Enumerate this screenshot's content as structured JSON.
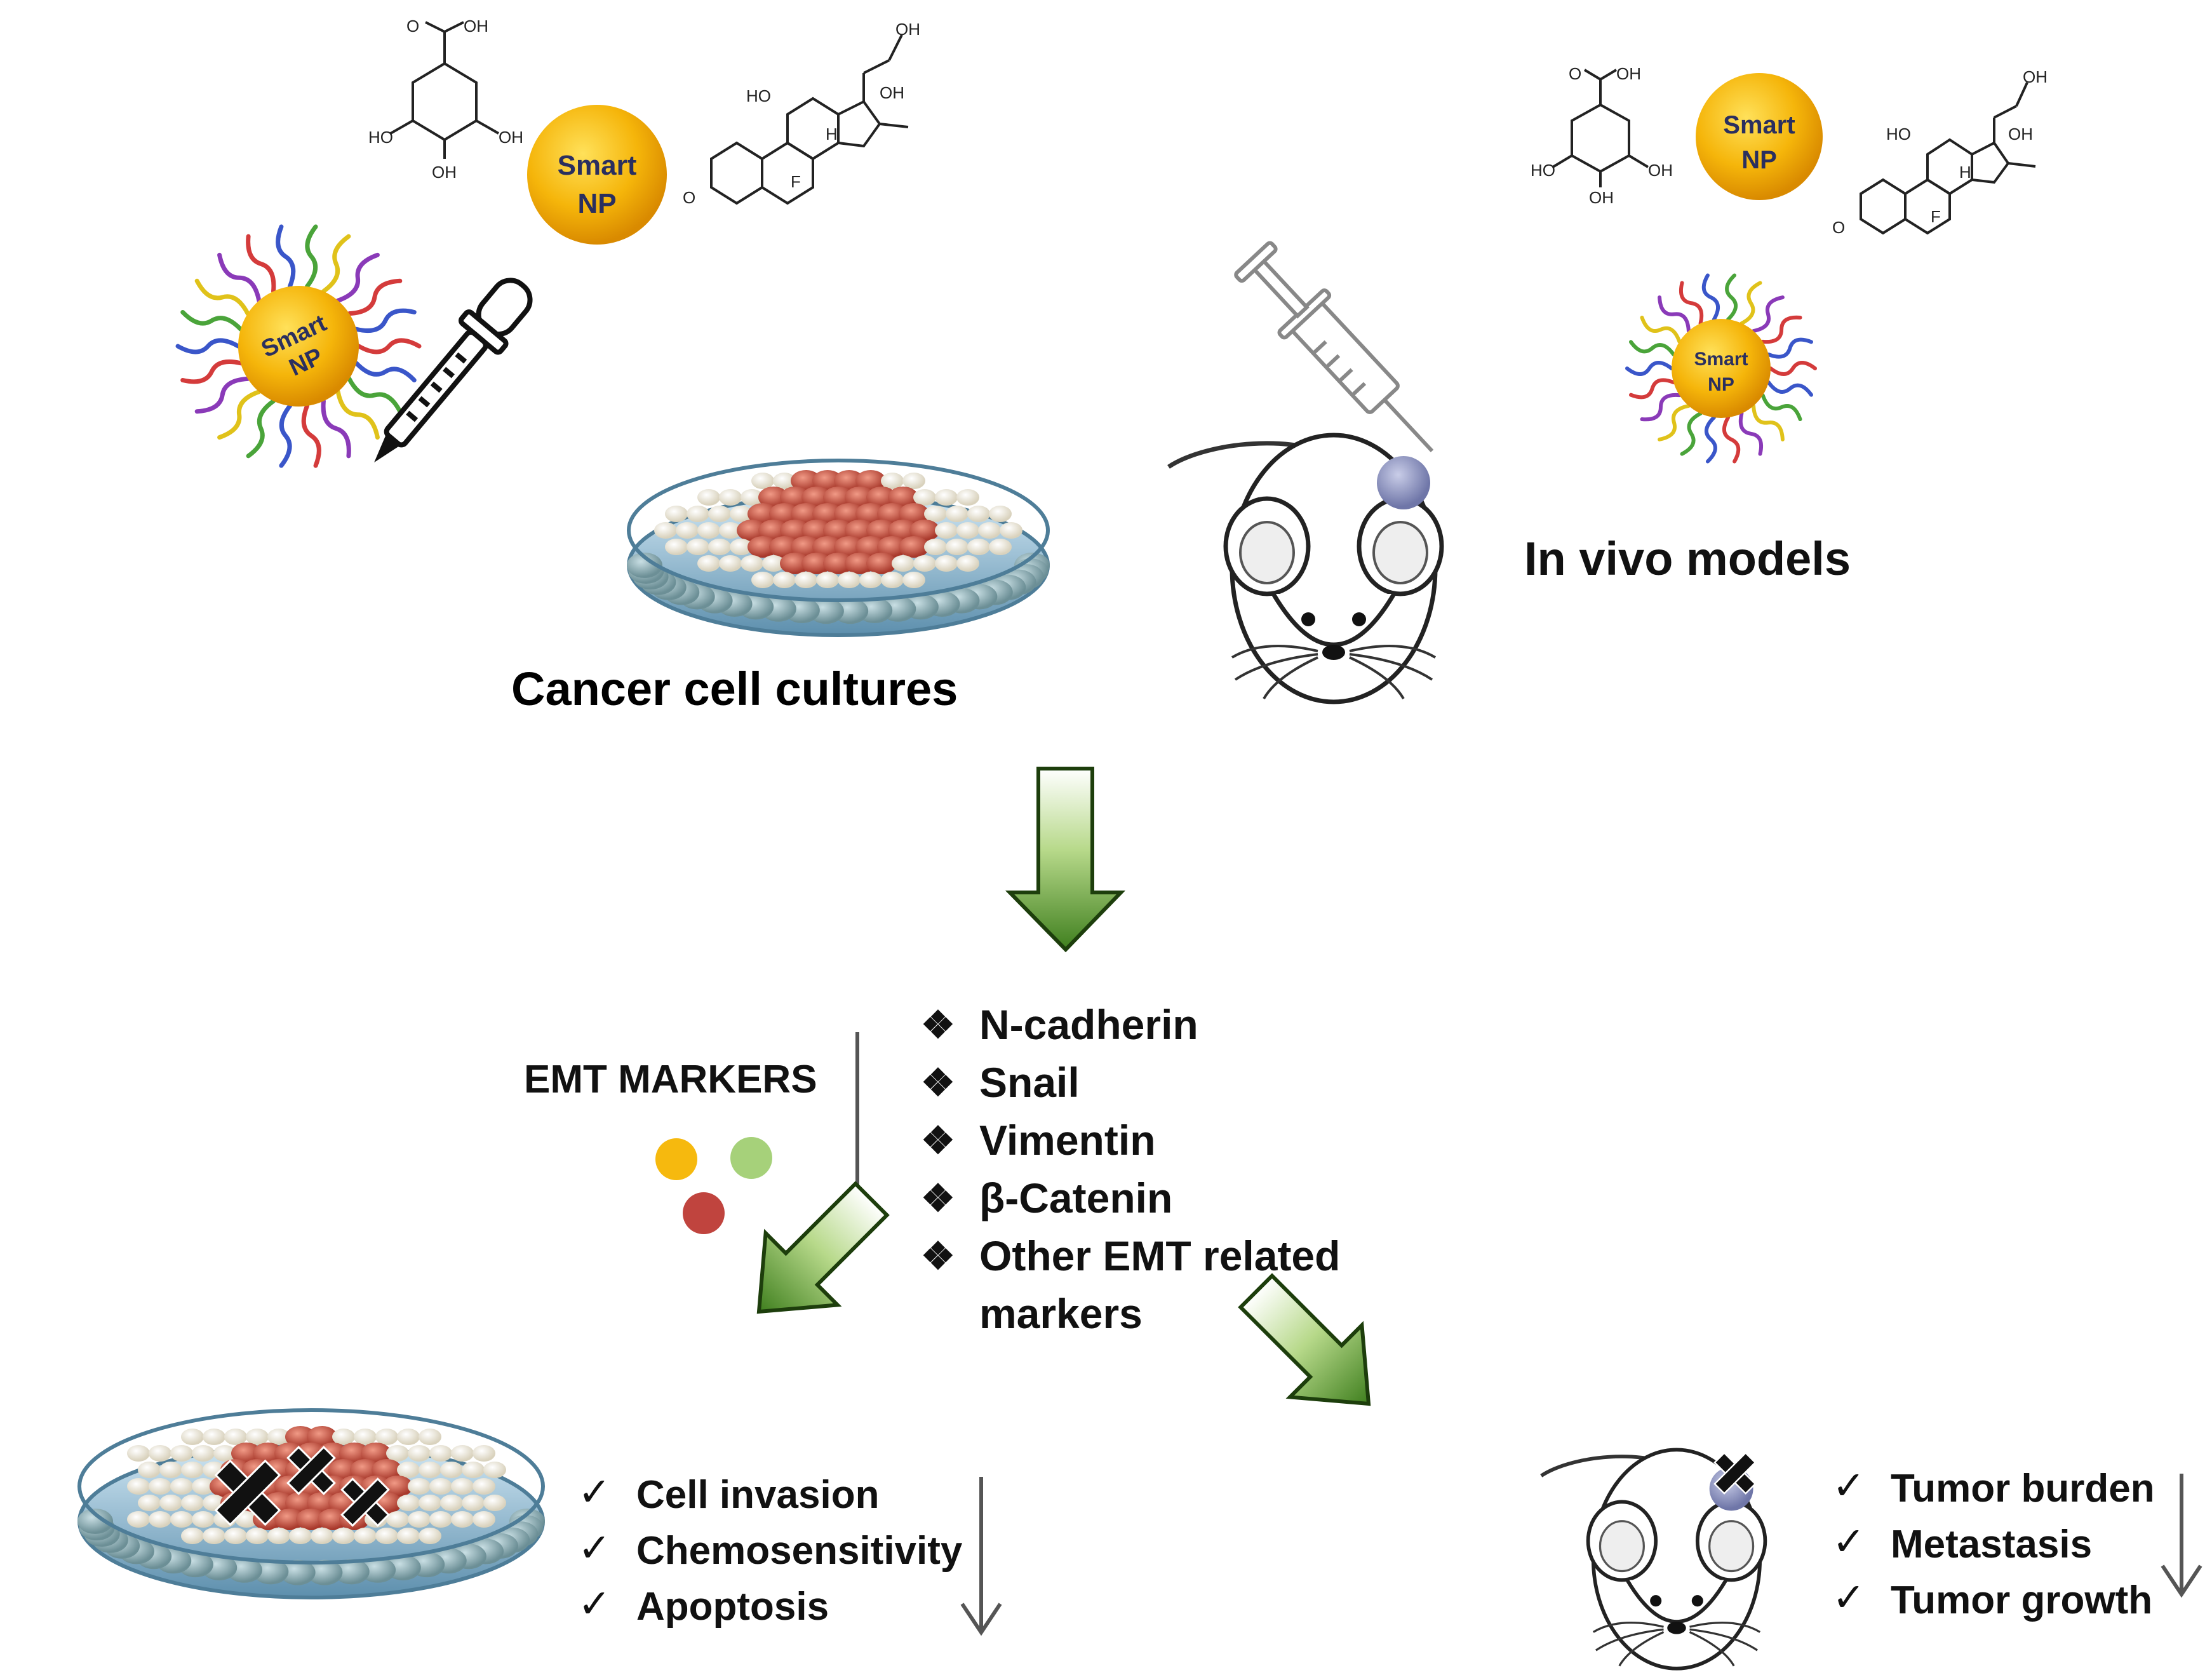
{
  "labels": {
    "cell_cultures": "Cancer cell cultures",
    "in_vivo": "In vivo models",
    "emt_markers": "EMT MARKERS"
  },
  "nanoparticle": {
    "line1": "Smart",
    "line2": "NP"
  },
  "chemistry": {
    "oh": "OH",
    "ho": "HO",
    "o": "O",
    "f": "F",
    "h": "H"
  },
  "marker_list": [
    "N-cadherin",
    "Snail",
    "Vimentin",
    "β-Catenin",
    "Other EMT related",
    "markers"
  ],
  "cell_outcomes": [
    "Cell invasion",
    "Chemosensitivity",
    "Apoptosis"
  ],
  "animal_outcomes": [
    "Tumor burden",
    "Metastasis",
    "Tumor growth"
  ],
  "symbols": {
    "bullet": "❖",
    "check": "✓"
  },
  "colors": {
    "arrow_green": "#5a9a2e",
    "np_gold": "#f5b50a",
    "dot_yellow": "#f6b90e",
    "dot_green": "#a6d17a",
    "dot_red": "#c0443e",
    "tumor_red": "#b94a3f",
    "dish_blue": "#6fa6c6"
  }
}
